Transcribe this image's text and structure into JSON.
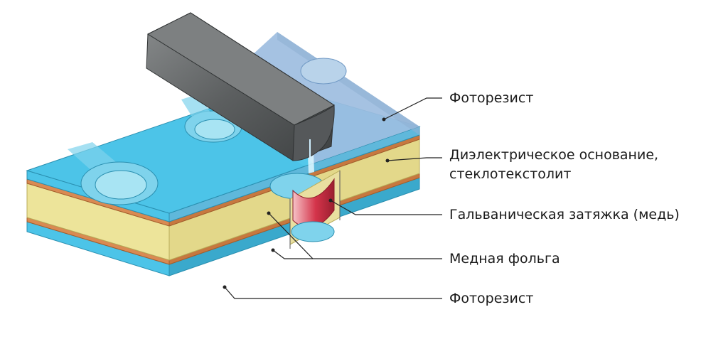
{
  "labels": {
    "photoresist_top": "Фоторезист",
    "dielectric_line1": "Диэлектрическое основание,",
    "dielectric_line2": "стеклотекстолит",
    "plating": "Гальваническая затяжка (медь)",
    "copper_foil": "Медная фольга",
    "photoresist_bottom": "Фоторезист"
  },
  "colors": {
    "photoresist": "#4cc4e8",
    "photoresist_exposed": "#9dbde0",
    "dielectric": "#ede49a",
    "copper": "#d98a52",
    "plating": "#d4344a",
    "lamp": "#6a6d6e",
    "leader_line": "#222222"
  }
}
